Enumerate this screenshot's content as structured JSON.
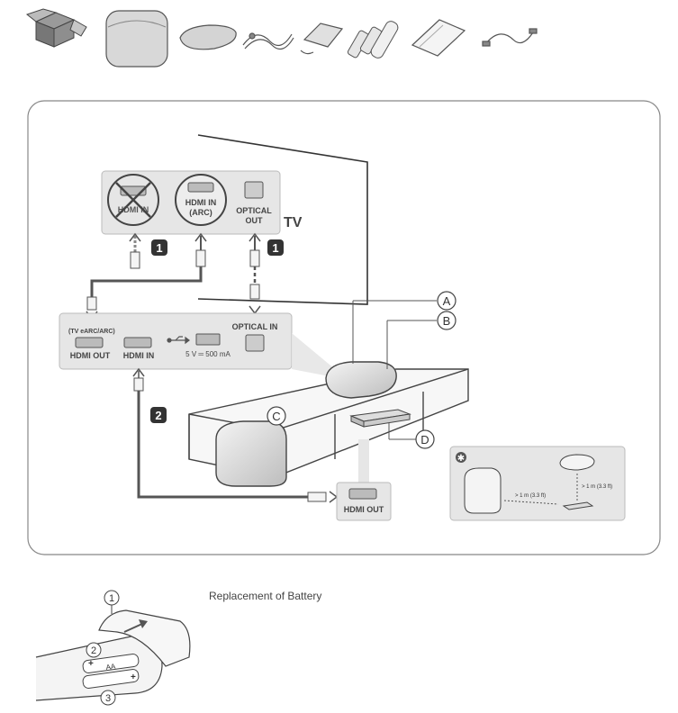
{
  "accessories": [
    "box-icon",
    "subwoofer-icon",
    "rear-speaker-icon",
    "cable-icon",
    "power-adapter-icon",
    "batteries-remote-icon",
    "manual-icon",
    "optical-cable-icon"
  ],
  "tv": {
    "label": "TV",
    "ports": {
      "hdmi_in": "HDMI IN",
      "hdmi_in_arc_line1": "HDMI IN",
      "hdmi_in_arc_line2": "(ARC)",
      "optical_line1": "OPTICAL",
      "optical_line2": "OUT"
    }
  },
  "soundbar": {
    "earc_note": "(TV eARC/ARC)",
    "hdmi_out": "HDMI OUT",
    "hdmi_in": "HDMI IN",
    "usb_spec": "5 V ═ 500 mA",
    "optical_in": "OPTICAL IN"
  },
  "steps": {
    "one": "1",
    "two": "2"
  },
  "callouts": {
    "a": "A",
    "b": "B",
    "c": "C",
    "d": "D"
  },
  "external": {
    "hdmi_out": "HDMI OUT"
  },
  "placement": {
    "star": "✱",
    "dist1": "> 1 m (3.3 ft)",
    "dist2": "> 1 m (3.3 ft)"
  },
  "battery": {
    "caption": "Replacement of Battery",
    "step1": "1",
    "step2": "2",
    "step3": "3",
    "cell_label": "AA",
    "plus": "+"
  },
  "colors": {
    "panel": "#e6e6e6",
    "panel_border": "#aaaaaa",
    "line": "#555555",
    "dark": "#333333"
  }
}
